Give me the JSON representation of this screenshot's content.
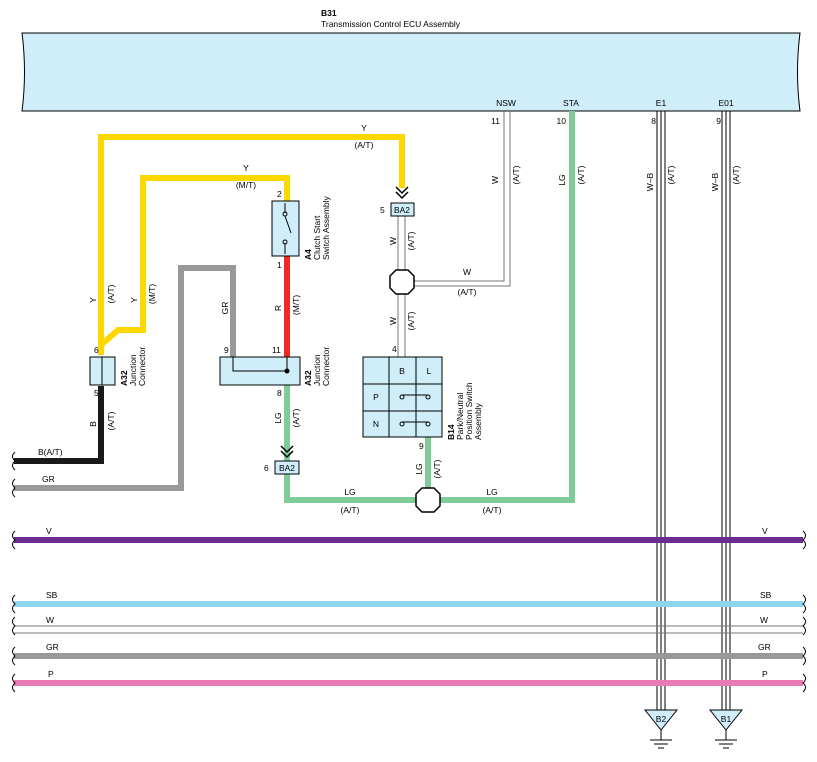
{
  "ecu": {
    "code": "B31",
    "name": "Transmission Control ECU Assembly",
    "pin_nsw_name": "NSW",
    "pin_nsw_num": "11",
    "pin_sta_name": "STA",
    "pin_sta_num": "10",
    "pin_e1_name": "E1",
    "pin_e1_num": "8",
    "pin_e01_name": "E01",
    "pin_e01_num": "9"
  },
  "clutch_switch": {
    "code": "A4",
    "name_line1": "Clutch Start",
    "name_line2": "Switch Assembly",
    "pin_top": "2",
    "pin_bottom": "1"
  },
  "junction_left": {
    "code": "A32",
    "name_line1": "Junction",
    "name_line2": "Connector",
    "pin_top": "6",
    "pin_bottom": "5"
  },
  "junction_mid": {
    "code": "A32",
    "name_line1": "Junction",
    "name_line2": "Connector",
    "pin_left": "9",
    "pin_top": "11",
    "pin_bottom": "8"
  },
  "pn_switch": {
    "code": "B14",
    "name_line1": "Park/Neutral",
    "name_line2": "Position Switch",
    "name_line3": "Assembly",
    "pin_top": "4",
    "pin_bottom": "9",
    "cell_b": "B",
    "cell_l": "L",
    "cell_p": "P",
    "cell_n": "N"
  },
  "connectors": {
    "ba2_top": "BA2",
    "ba2_top_pin": "5",
    "ba2_bottom": "BA2",
    "ba2_bottom_pin": "6"
  },
  "wire_labels": {
    "y": "Y",
    "at": "(A/T)",
    "mt": "(M/T)",
    "gr": "GR",
    "r": "R",
    "lg": "LG",
    "w": "W",
    "b": "B",
    "b_at": "B(A/T)",
    "wb": "W–B",
    "v": "V",
    "sb": "SB",
    "p": "P"
  },
  "grounds": {
    "g1": "B2",
    "g2": "B1"
  },
  "colors": {
    "ecu_fill": "#cfeef9",
    "yellow": "#ffd700",
    "red": "#ee2a24",
    "green": "#7fcc99",
    "gray": "#999999",
    "black": "#1a1a1a",
    "violet": "#6a2c91",
    "sky": "#8fd4f0",
    "pink": "#e87bb4"
  }
}
